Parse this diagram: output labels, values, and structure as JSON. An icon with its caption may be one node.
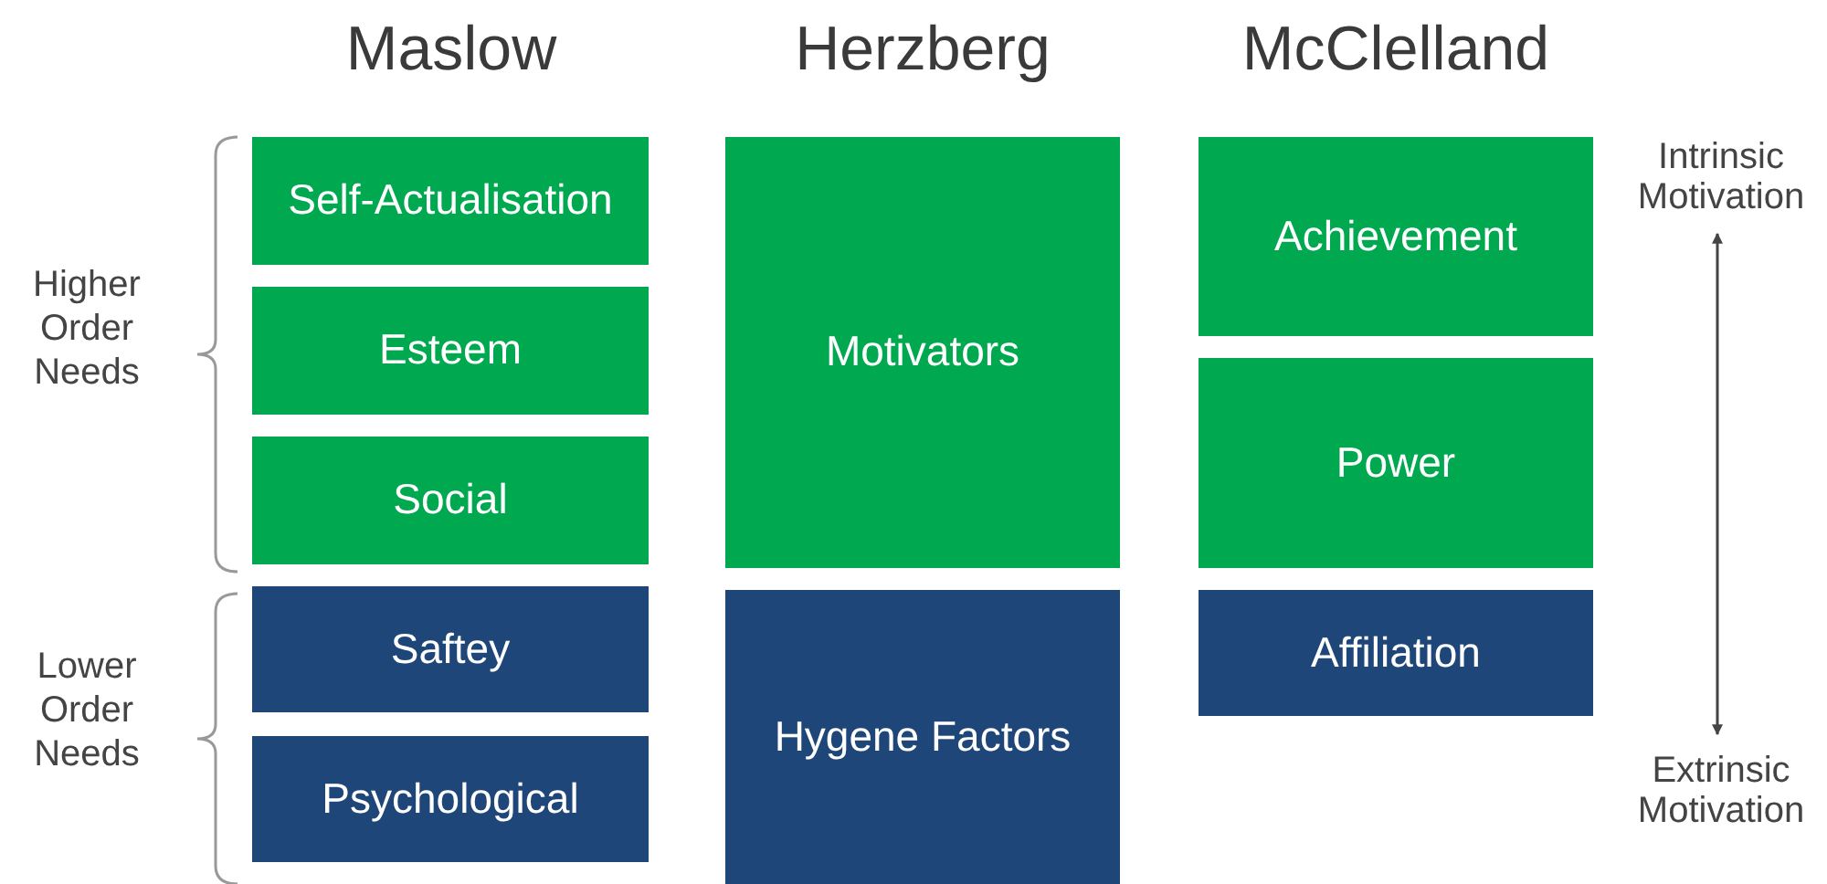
{
  "diagram": {
    "nodes": [
      {
        "text": [
          "Self-Actualisation"
        ]
      },
      {
        "text": [
          "Esteem"
        ]
      },
      {
        "text": [
          "Social"
        ]
      },
      {
        "text": [
          "Saftey"
        ]
      },
      {
        "text": [
          "Psychological"
        ]
      },
      {
        "text": [
          "Motivators"
        ]
      },
      {
        "text": [
          "Hygene Factors"
        ]
      },
      {
        "text": [
          "Achievement"
        ]
      },
      {
        "text": [
          "Power"
        ]
      },
      {
        "text": [
          "Affiliation"
        ]
      },
      {
        "text": [
          "Intrinsic Motivation"
        ]
      },
      {
        "text": [
          "Extrinsic Motivation"
        ]
      }
    ],
    "edges": [
      {
        "from": 10,
        "to": 11,
        "arrow": "both"
      }
    ],
    "labels": [
      "Maslow",
      "Herzberg",
      "McClelland",
      "Higher Order Needs",
      "Lower Order Needs"
    ]
  }
}
